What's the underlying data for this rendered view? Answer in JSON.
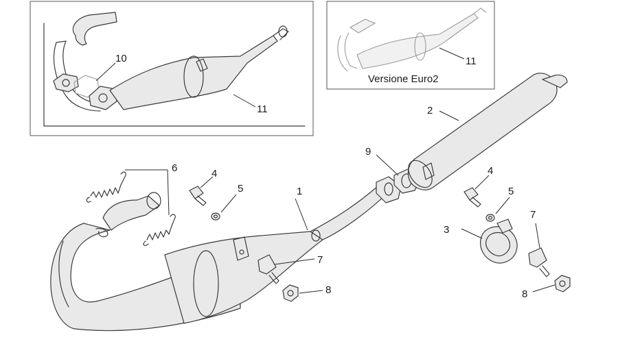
{
  "callouts": {
    "c1": "1",
    "c2": "2",
    "c3": "3",
    "c4a": "4",
    "c4b": "4",
    "c5a": "5",
    "c5b": "5",
    "c6": "6",
    "c7a": "7",
    "c7b": "7",
    "c8a": "8",
    "c8b": "8",
    "c9": "9",
    "c10": "10",
    "c11a": "11",
    "c11b": "11"
  },
  "inset_euro2": {
    "caption": "Versione Euro2"
  }
}
